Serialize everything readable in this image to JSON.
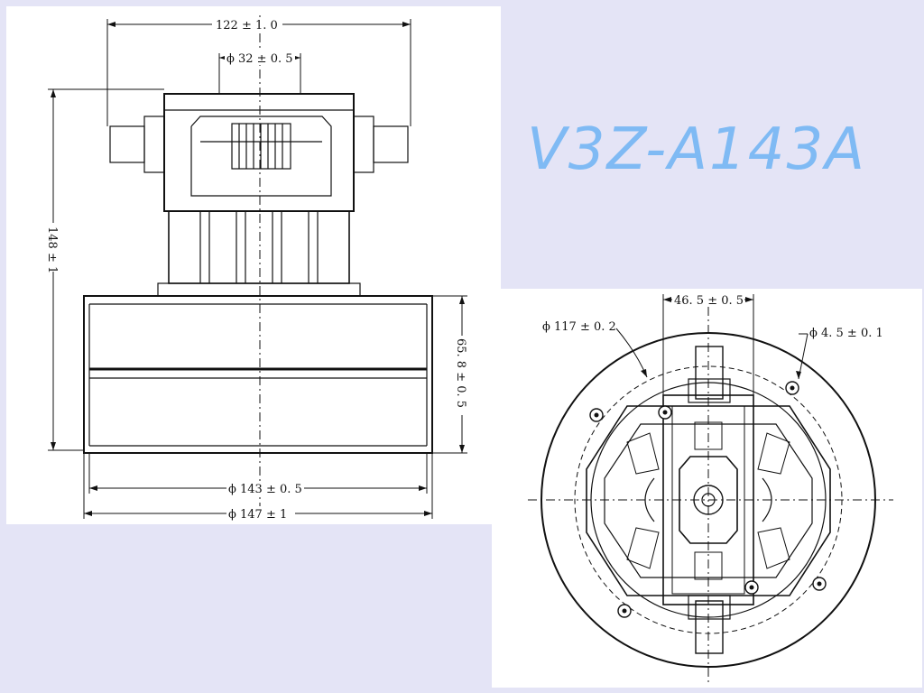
{
  "model": {
    "name": "V3Z-A143A",
    "color": "#7fbaf4"
  },
  "side_view": {
    "dims": {
      "width_total": "122 ± 1. 0",
      "shaft": "ϕ 32 ± 0. 5",
      "height": "148 ± 1",
      "housing_height": "65. 8 ± 0. 5",
      "diameter_inner": "ϕ 143 ± 0. 5",
      "diameter_outer": "ϕ 147 ± 1"
    }
  },
  "plan_view": {
    "dims": {
      "spacing": "46. 5 ± 0. 5",
      "bolt_circle": "ϕ 117 ± 0. 2",
      "hole": "ϕ 4. 5 ± 0. 1"
    }
  }
}
